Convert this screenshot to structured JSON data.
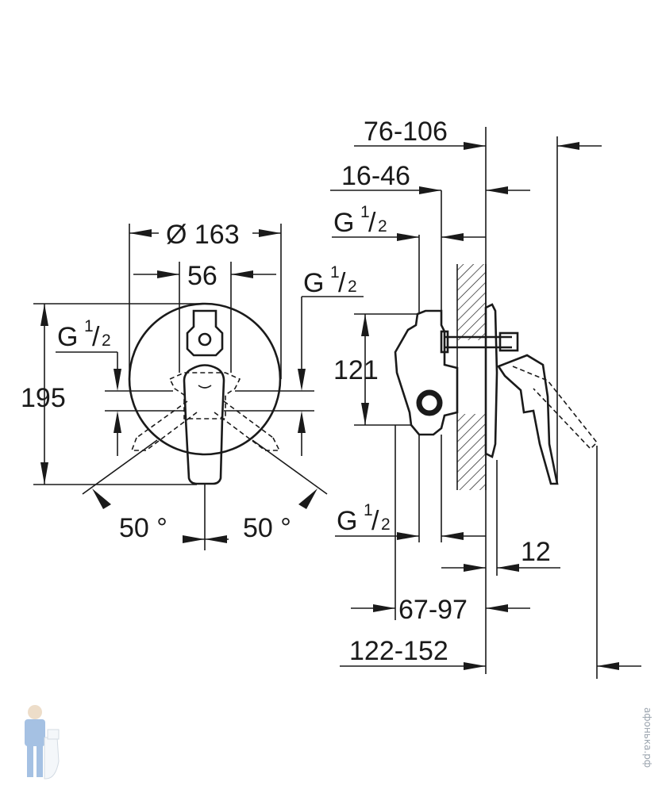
{
  "labels": {
    "dia163": "Ø 163",
    "w56": "56",
    "h195": "195",
    "angle_left": "50 °",
    "angle_right": "50 °",
    "g_front_left": "G",
    "g_front_right": "G",
    "g_side_top": "G",
    "g_side_bottom": "G",
    "half_num": "1",
    "half_den": "2",
    "d76_106": "76-106",
    "d16_46": "16-46",
    "d121": "121",
    "d12": "12",
    "d67_97": "67-97",
    "d122_152": "122-152"
  },
  "watermark": "афонька.рф"
}
